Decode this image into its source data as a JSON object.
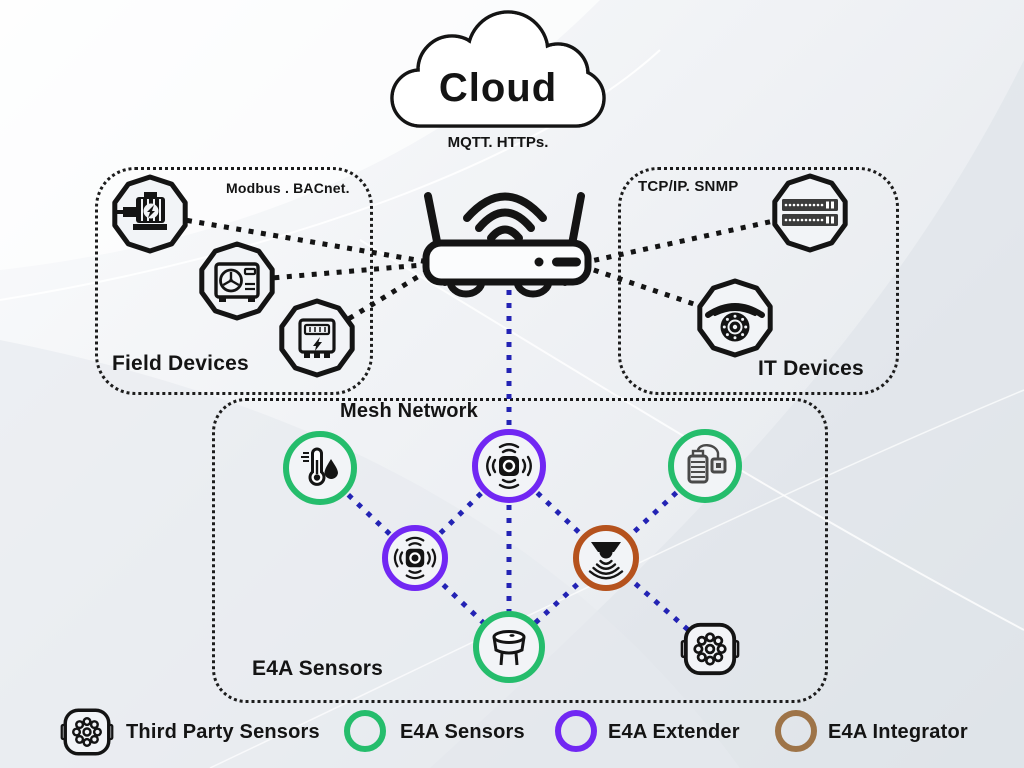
{
  "cloud": {
    "label": "Cloud",
    "protocols": "MQTT. HTTPs."
  },
  "gateway": {
    "name": "wifi-router"
  },
  "field_devices": {
    "title": "Field Devices",
    "protocols": "Modbus . BACnet.",
    "devices": [
      "motor",
      "hvac-outdoor-unit",
      "energy-meter"
    ]
  },
  "it_devices": {
    "title": "IT Devices",
    "protocols": "TCP/IP. SNMP",
    "devices": [
      "network-switch",
      "dome-camera"
    ]
  },
  "mesh_network": {
    "title": "Mesh Network",
    "footer": "E4A Sensors",
    "nodes": [
      {
        "id": "temp-humidity-sensor",
        "type": "e4a-sensor"
      },
      {
        "id": "extender-top",
        "type": "e4a-extender"
      },
      {
        "id": "probe-sensor",
        "type": "e4a-sensor"
      },
      {
        "id": "extender-left",
        "type": "e4a-extender"
      },
      {
        "id": "integrator",
        "type": "e4a-integrator"
      },
      {
        "id": "gas-sensor",
        "type": "e4a-sensor"
      },
      {
        "id": "third-party-sensor",
        "type": "third-party"
      }
    ]
  },
  "legend": {
    "items": [
      {
        "label": "Third Party Sensors",
        "type": "third-party"
      },
      {
        "label": "E4A Sensors",
        "color": "#25bd6c"
      },
      {
        "label": "E4A Extender",
        "color": "#7127f3"
      },
      {
        "label": "E4A Integrator",
        "color": "#9e7448"
      }
    ]
  },
  "colors": {
    "e4a_sensor": "#25bd6c",
    "e4a_extender": "#7127f3",
    "e4a_integrator_node": "#b5521d",
    "e4a_integrator_legend": "#9e7448",
    "mesh_link": "#2323b4",
    "wired_link": "#141414"
  }
}
